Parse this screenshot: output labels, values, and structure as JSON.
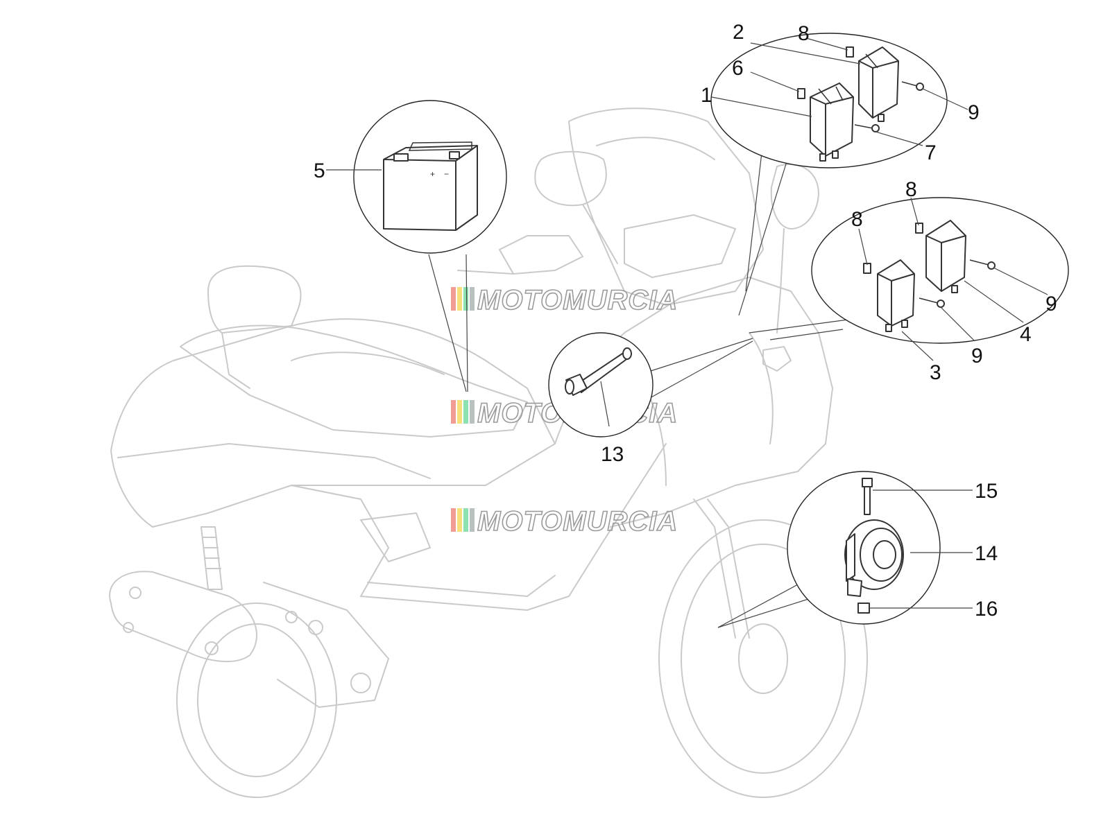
{
  "watermark": {
    "text": "MOTOMURCIA",
    "stripe_colors": [
      "#e74c3c",
      "#f1c40f",
      "#2ecc71",
      "#7f8c8d"
    ]
  },
  "callouts": {
    "c1": "1",
    "c2": "2",
    "c3": "3",
    "c4": "4",
    "c5": "5",
    "c6": "6",
    "c7": "7",
    "c8a": "8",
    "c8b": "8",
    "c8c": "8",
    "c9a": "9",
    "c9b": "9",
    "c9c": "9",
    "c13": "13",
    "c14": "14",
    "c15": "15",
    "c16": "16"
  },
  "icons": {
    "battery": "battery-icon",
    "relay": "relay-icon",
    "horn": "horn-icon",
    "screw": "screw-icon",
    "bolt": "bolt-icon",
    "clip": "clip-icon"
  }
}
